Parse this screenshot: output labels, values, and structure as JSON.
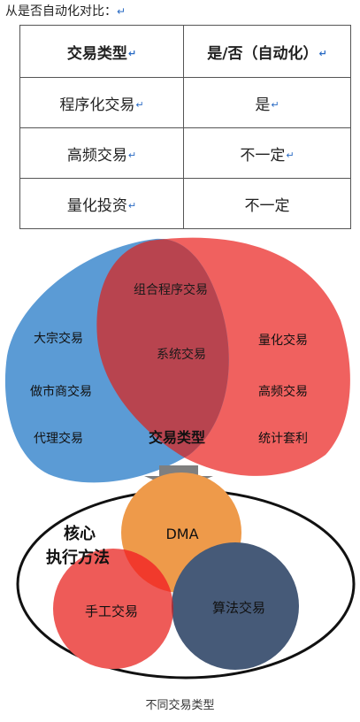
{
  "intro": {
    "text": "从是否自动化对比：",
    "mark": "↵"
  },
  "table": {
    "headers": [
      "交易类型",
      "是/否（自动化）"
    ],
    "rows": [
      [
        "程序化交易",
        "是"
      ],
      [
        "高频交易",
        "不一定"
      ],
      [
        "量化投资",
        "不一定"
      ]
    ],
    "return_mark": "↵"
  },
  "venn_top": {
    "center": "组合程序交易",
    "middle": "系统交易",
    "left": [
      "大宗交易",
      "做市商交易",
      "代理交易"
    ],
    "right": [
      "量化交易",
      "高频交易",
      "统计套利"
    ],
    "title": "交易类型",
    "colors": {
      "left": "#5b9bd5",
      "right": "#f0615f",
      "overlap": "#b8444f"
    }
  },
  "venn_bottom": {
    "title_line1": "核心",
    "title_line2": "执行方法",
    "top": "DMA",
    "left": "手工交易",
    "right": "算法交易",
    "colors": {
      "top": "#ee9a4a",
      "left": "#ee5b58",
      "right": "#465a78"
    }
  },
  "caption": "不同交易类型"
}
